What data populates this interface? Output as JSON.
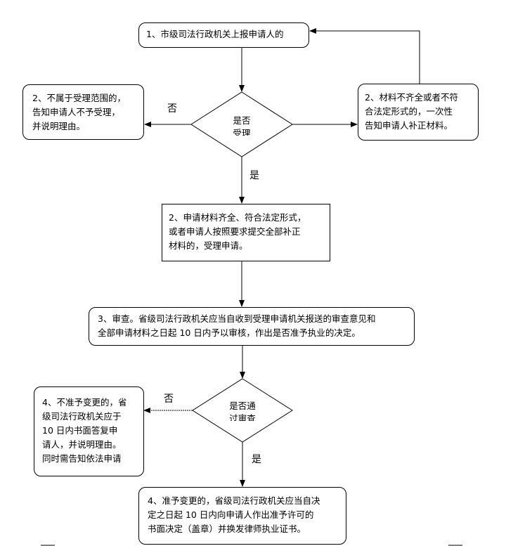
{
  "nodes": {
    "report": "1、市级司法行政机关上报申请人的",
    "decision_accept": "是否\n受理",
    "reject_notice": "2、不属于受理范围的，\n告知申请人不予受理，\n并说明理由。",
    "supplement_notice": "2、材料不齐全或者不符\n合法定形式的，一次性\n告知申请人补正材料。",
    "accept_application": "2、申请材料齐全、符合法定形式，\n或者申请人按照要求提交全部补正\n材料的，受理申请。",
    "review": "3、审查。省级司法行政机关应当自收到受理申请机关报送的审查意见和\n全部申请材料之日起 10 日内予以审核，作出是否准予执业的决定。",
    "decision_pass": "是否通\n过审查",
    "deny_change": "4、不准予变更的，省\n级司法行政机关应于\n10 日内书面答复申\n请人，并说明理由。\n同时需告知依法申请",
    "approve_change": "4、准予变更的，省级司法行政机关应当自决\n定之日起 10 日内向申请人作出准予许可的\n书面决定（盖章）并换发律师执业证书。"
  },
  "edge_labels": {
    "no_1": "否",
    "yes_1": "是",
    "no_2": "否",
    "yes_2": "是"
  }
}
